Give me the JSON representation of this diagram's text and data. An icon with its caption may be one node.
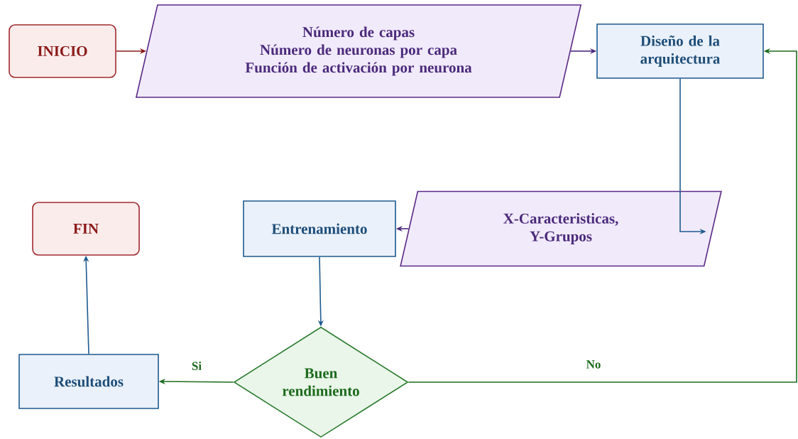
{
  "diagram": {
    "nodes": [
      {
        "text": [
          "INICIO"
        ]
      },
      {
        "text": [
          "Número de capas",
          "Número de neuronas por capa",
          "Función de activación por neurona"
        ]
      },
      {
        "text": [
          "Diseño de la arquitectura"
        ]
      },
      {
        "text": [
          "X-Caracteristicas, Y-Grupos"
        ]
      },
      {
        "text": [
          "Entrenamiento"
        ]
      },
      {
        "text": [
          "Buen rendimiento"
        ]
      },
      {
        "text": [
          "Resultados"
        ]
      },
      {
        "text": [
          "FIN"
        ]
      }
    ],
    "edges": [
      {
        "from": 0,
        "to": 1,
        "arrow": "to",
        "color": "#8b1a1a"
      },
      {
        "from": 1,
        "to": 2,
        "arrow": "to",
        "color": "#4b2a7b"
      },
      {
        "from": 2,
        "to": 3,
        "arrow": "to",
        "color": "#1f5a8f"
      },
      {
        "from": 3,
        "to": 4,
        "arrow": "to",
        "color": "#4b2a7b"
      },
      {
        "from": 4,
        "to": 5,
        "arrow": "to",
        "color": "#1f5a8f"
      },
      {
        "from": 5,
        "to": 6,
        "arrow": "to",
        "label": "Si",
        "color": "#1e6b1e"
      },
      {
        "from": 5,
        "to": 2,
        "arrow": "to",
        "label": "No",
        "color": "#1e6b1e"
      },
      {
        "from": 6,
        "to": 7,
        "arrow": "to",
        "color": "#1f5a8f"
      }
    ]
  }
}
